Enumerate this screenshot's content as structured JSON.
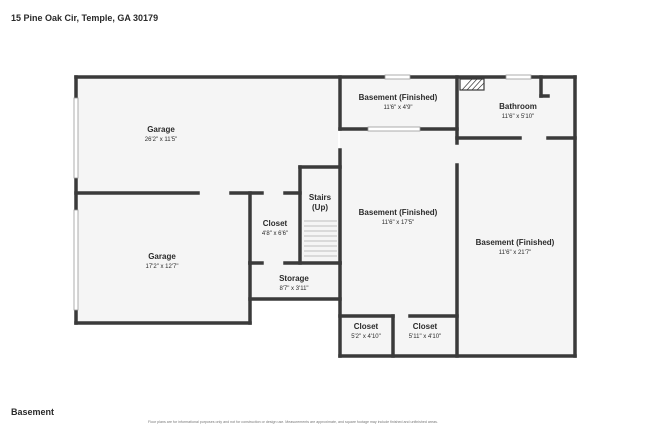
{
  "header": {
    "address": "15 Pine Oak Cir, Temple, GA 30179"
  },
  "floor": {
    "label": "Basement"
  },
  "disclaimer": "Floor plans are for informational purposes only and not for construction or design use. Measurements are approximate, and square footage may include finished and unfinished areas.",
  "rooms": {
    "garage_top": {
      "name": "Garage",
      "dims": "26'2\" x 11'5\""
    },
    "garage_bottom": {
      "name": "Garage",
      "dims": "17'2\" x 12'7\""
    },
    "closet_left": {
      "name": "Closet",
      "dims": "4'8\" x 6'6\""
    },
    "stairs": {
      "name": "Stairs",
      "name2": "(Up)"
    },
    "storage": {
      "name": "Storage",
      "dims": "8'7\" x 3'11\""
    },
    "basement_top": {
      "name": "Basement (Finished)",
      "dims": "11'6\" x 4'9\""
    },
    "basement_mid": {
      "name": "Basement (Finished)",
      "dims": "11'6\" x 17'5\""
    },
    "bathroom": {
      "name": "Bathroom",
      "dims": "11'6\" x 5'10\""
    },
    "basement_right": {
      "name": "Basement (Finished)",
      "dims": "11'6\" x 21'7\""
    },
    "closet_bottom_mid": {
      "name": "Closet",
      "dims": "5'2\" x 4'10\""
    },
    "closet_bottom_right": {
      "name": "Closet",
      "dims": "5'11\" x 4'10\""
    }
  },
  "colors": {
    "wall": "#3a3a3a",
    "floor": "#f5f5f5",
    "window": "#ffffff"
  }
}
